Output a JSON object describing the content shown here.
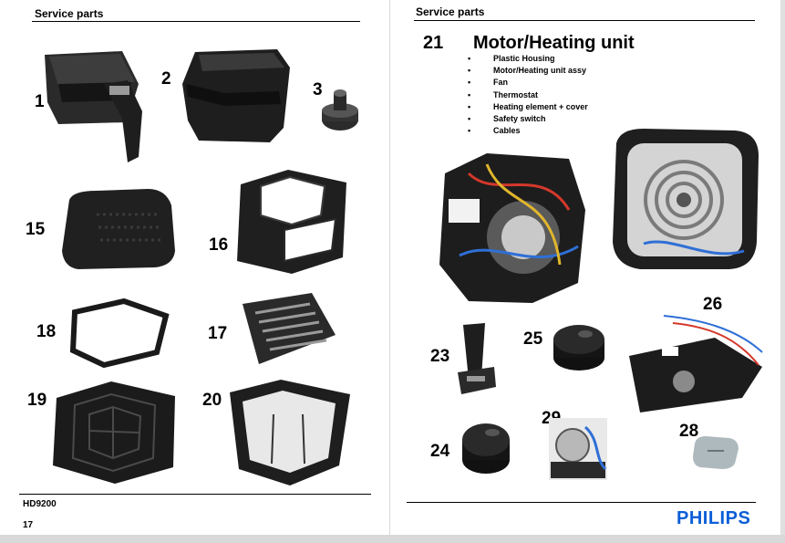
{
  "left_page": {
    "section_title": "Service parts",
    "parts": [
      {
        "number": "1",
        "icon": "basket-icon"
      },
      {
        "number": "2",
        "icon": "pan-icon"
      },
      {
        "number": "3",
        "icon": "knob-icon"
      },
      {
        "number": "15",
        "icon": "cover-icon"
      },
      {
        "number": "16",
        "icon": "housing-frame-icon"
      },
      {
        "number": "18",
        "icon": "gasket-ring-icon"
      },
      {
        "number": "17",
        "icon": "grille-icon"
      },
      {
        "number": "19",
        "icon": "bottom-plate-icon"
      },
      {
        "number": "20",
        "icon": "inner-pan-icon"
      }
    ],
    "footer": {
      "model": "HD9200",
      "page_number": "17"
    }
  },
  "right_page": {
    "section_title": "Service parts",
    "unit": {
      "number": "21",
      "title": "Motor/Heating unit",
      "items": [
        "Plastic Housing",
        "Motor/Heating unit assy",
        "Fan",
        "Thermostat",
        "Heating element + cover",
        "Safety switch",
        "Cables"
      ]
    },
    "parts": [
      {
        "number": "26",
        "icon": "control-board-icon"
      },
      {
        "number": "23",
        "icon": "handle-part-icon"
      },
      {
        "number": "25",
        "icon": "round-knob-icon"
      },
      {
        "number": "24",
        "icon": "round-knob-icon"
      },
      {
        "number": "29",
        "icon": "safety-switch-icon"
      },
      {
        "number": "28",
        "icon": "button-cap-icon"
      }
    ],
    "brand": "PHILIPS"
  },
  "colors": {
    "brand": "#0b5ed7",
    "part_dark": "#1c1c1c",
    "rule": "#000000"
  }
}
